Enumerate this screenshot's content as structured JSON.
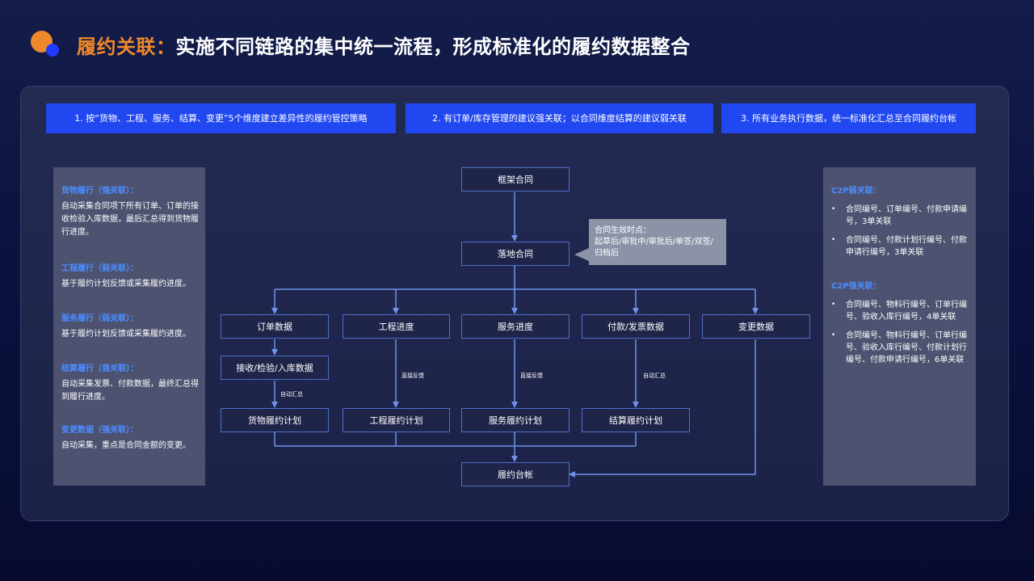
{
  "title": {
    "highlight": "履约关联：",
    "main": "实施不同链路的集中统一流程，形成标准化的履约数据整合"
  },
  "banners": [
    "1. 按“货物、工程、服务、结算、变更”5个维度建立差异性的履约管控策略",
    "2. 有订单/库存管理的建议强关联；以合同维度结算的建议弱关联",
    "3. 所有业务执行数据，统一标准化汇总至合同履约台帐"
  ],
  "left": {
    "goods": {
      "h": "货物履行（强关联）：",
      "t": "自动采集合同项下所有订单、订单的接收检验入库数据，最后汇总得到货物履行进度。"
    },
    "project": {
      "h": "工程履行（弱关联）：",
      "t": "基于履约计划反馈或采集履约进度。"
    },
    "service": {
      "h": "服务履行（弱关联）：",
      "t": "基于履约计划反馈或采集履约进度。"
    },
    "settle": {
      "h": "结算履行（强关联）：",
      "t": "自动采集发票、付款数据，最终汇总得到履行进度。"
    },
    "change": {
      "h": "变更数据（强关联）：",
      "t": "自动采集，重点是合同金额的变更。"
    }
  },
  "right": {
    "weak_h": "C2P弱关联：",
    "weak": [
      "合同编号、订单编号、付款申请编号，3单关联",
      "合同编号、付款计划行编号、付款申请行编号，3单关联"
    ],
    "strong_h": "C2P强关联：",
    "strong": [
      "合同编号、物料行编号、订单行编号、验收入库行编号，4单关联",
      "合同编号、物料行编号、订单行编号、验收入库行编号、付款计划行编号、付款申请行编号，6单关联"
    ]
  },
  "flow": {
    "framework": "框架合同",
    "landing": "落地合同",
    "tip_title": "合同生效时点：",
    "tip_body": "起草后/审批中/审批后/单签/双签/归档后",
    "order": "订单数据",
    "project": "工程进度",
    "service": "服务进度",
    "payment": "付款/发票数据",
    "change": "变更数据",
    "receive": "接收/检验/入库数据",
    "goods_plan": "货物履约计划",
    "project_plan": "工程履约计划",
    "service_plan": "服务履约计划",
    "settle_plan": "结算履约计划",
    "ledger": "履约台帐",
    "lbl_auto1": "自动汇总",
    "lbl_direct1": "直接反馈",
    "lbl_direct2": "直接反馈",
    "lbl_auto2": "自动汇总"
  },
  "colors": {
    "accent": "#f0892a",
    "banner": "#2148f0",
    "label_blue": "#4d8dff",
    "line": "#6f93ea"
  }
}
